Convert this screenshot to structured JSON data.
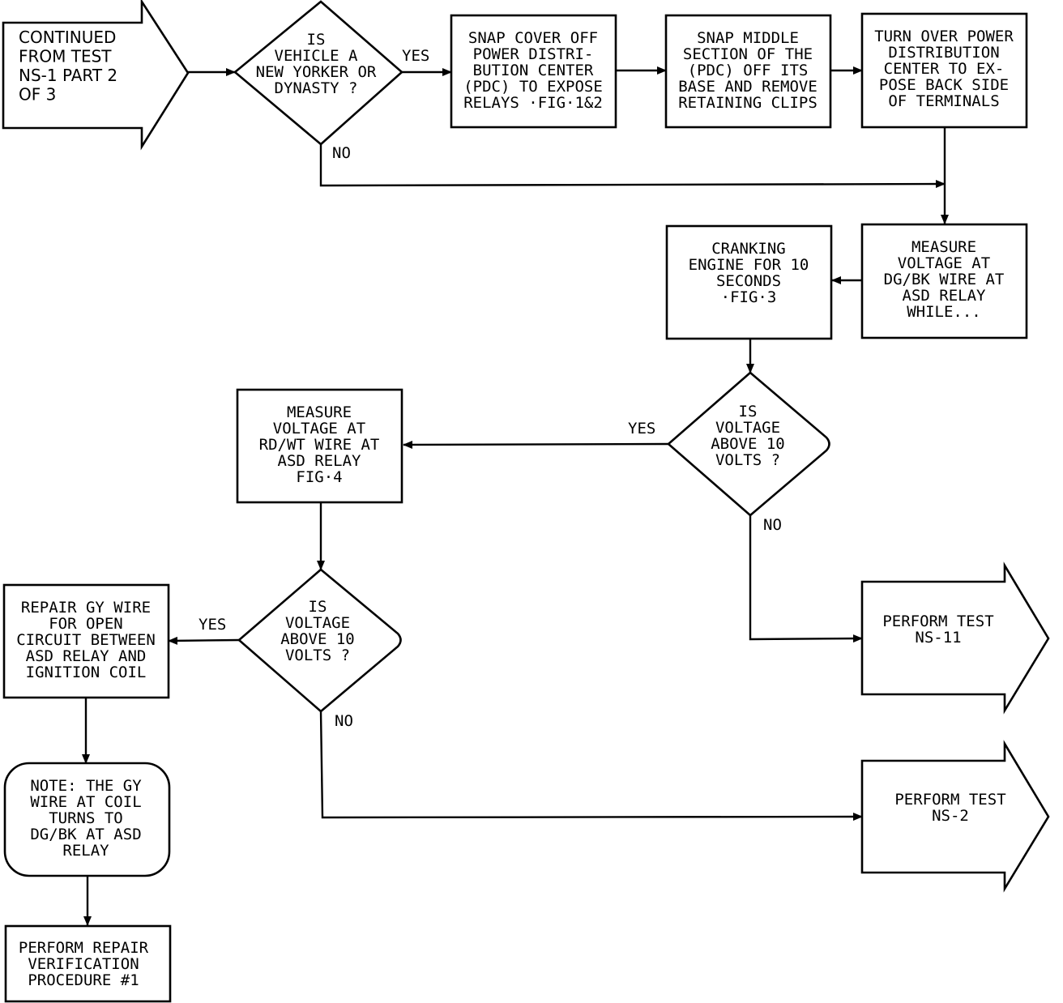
{
  "nodes": {
    "start": {
      "lines": [
        "CONTINUED",
        "FROM TEST",
        "NS-1 PART 2",
        "OF 3"
      ]
    },
    "q_vehicle": {
      "lines": [
        "IS",
        "VEHICLE A",
        "NEW YORKER OR",
        "DYNASTY ?"
      ]
    },
    "snap_cover": {
      "lines": [
        "SNAP COVER OFF",
        "POWER DISTRI-",
        "BUTION CENTER",
        "(PDC) TO EXPOSE",
        "RELAYS ·FIG·1&2"
      ]
    },
    "snap_middle": {
      "lines": [
        "SNAP MIDDLE",
        "SECTION OF THE",
        "(PDC) OFF ITS",
        "BASE AND REMOVE",
        "RETAINING CLIPS"
      ]
    },
    "turn_over": {
      "lines": [
        "TURN OVER POWER",
        "DISTRIBUTION",
        "CENTER TO EX-",
        "POSE BACK SIDE",
        "OF TERMINALS"
      ]
    },
    "measure_dgbk": {
      "lines": [
        "MEASURE",
        "VOLTAGE AT",
        "DG/BK WIRE AT",
        "ASD RELAY",
        "WHILE..."
      ]
    },
    "cranking": {
      "lines": [
        "CRANKING",
        "ENGINE FOR 10",
        "SECONDS",
        "·FIG·3"
      ]
    },
    "q_voltage1": {
      "lines": [
        "IS",
        "VOLTAGE",
        "ABOVE 10",
        "VOLTS ?"
      ]
    },
    "measure_rdwt": {
      "lines": [
        "MEASURE",
        "VOLTAGE AT",
        "RD/WT WIRE AT",
        "ASD RELAY",
        "FIG·4"
      ]
    },
    "q_voltage2": {
      "lines": [
        "IS",
        "VOLTAGE",
        "ABOVE 10",
        "VOLTS ?"
      ]
    },
    "repair_gy": {
      "lines": [
        "REPAIR GY WIRE",
        "FOR OPEN",
        "CIRCUIT BETWEEN",
        "ASD RELAY AND",
        "IGNITION COIL"
      ]
    },
    "note": {
      "lines": [
        "NOTE: THE GY",
        "WIRE AT COIL",
        "TURNS TO",
        "DG/BK AT ASD",
        "RELAY"
      ]
    },
    "verify": {
      "lines": [
        "PERFORM REPAIR",
        "VERIFICATION",
        "PROCEDURE #1"
      ]
    },
    "ns11": {
      "lines": [
        "PERFORM TEST",
        "NS-11"
      ]
    },
    "ns2": {
      "lines": [
        "PERFORM TEST",
        "NS-2"
      ]
    }
  },
  "edge_labels": {
    "vehicle_yes": "YES",
    "vehicle_no": "NO",
    "voltage1_yes": "YES",
    "voltage1_no": "NO",
    "voltage2_yes": "YES",
    "voltage2_no": "NO"
  }
}
